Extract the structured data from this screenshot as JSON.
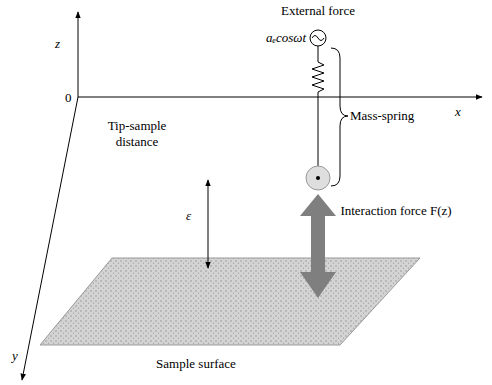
{
  "diagram": {
    "labels": [
      "External force",
      "aₑcosωt",
      "z",
      "0",
      "Mass-spring",
      "Tip-sample distance",
      "ε",
      "Interaction force F(z)",
      "x",
      "y",
      "Sample surface"
    ]
  }
}
